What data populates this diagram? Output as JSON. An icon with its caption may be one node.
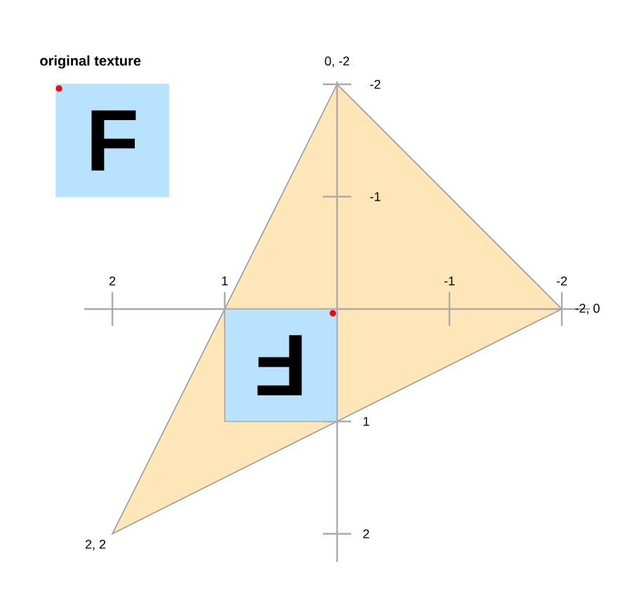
{
  "diagram": {
    "nodes": [
      {
        "text": [
          "original texture",
          "F"
        ]
      },
      {
        "text": [
          "F"
        ]
      }
    ],
    "labels": [
      "0, -2",
      "-2",
      "-1",
      "2",
      "1",
      "-1",
      "-2",
      "-2, 0",
      "1",
      "2",
      "2, 2"
    ]
  }
}
